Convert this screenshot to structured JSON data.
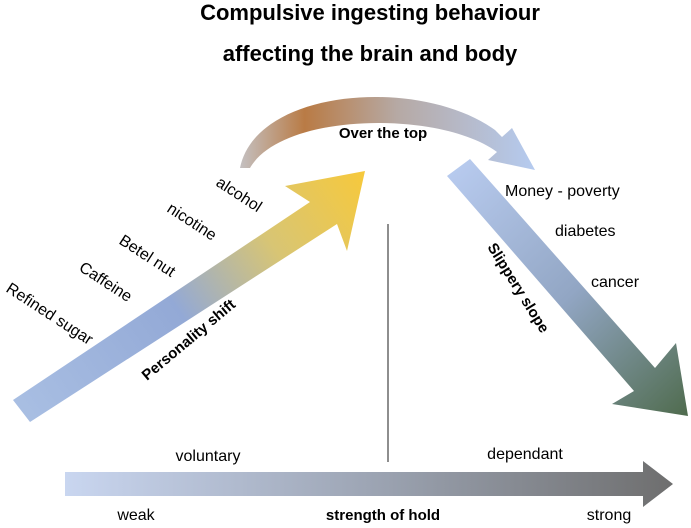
{
  "title": {
    "line1": "Compulsive ingesting behaviour",
    "line2": "affecting the brain and body"
  },
  "rising_arrow": {
    "label": "Personality shift",
    "substances": [
      "Refined sugar",
      "Caffeine",
      "Betel nut",
      "nicotine",
      "alcohol"
    ]
  },
  "peak": {
    "label": "Over the top"
  },
  "falling_arrow": {
    "label": "Slippery slope",
    "consequences": [
      "Money - poverty",
      "diabetes",
      "cancer"
    ]
  },
  "bottom_scale": {
    "left_zone": "voluntary",
    "right_zone": "dependant",
    "left_end": "weak",
    "axis_label": "strength of hold",
    "right_end": "strong"
  }
}
